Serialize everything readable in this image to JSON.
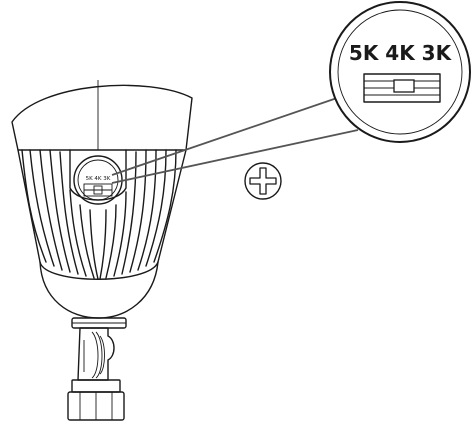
{
  "switch_label": "5K 4K 3K",
  "switch_positions": [
    "5K",
    "4K",
    "3K"
  ],
  "icons": {
    "screw": "phillips-screw-icon",
    "fixture": "led-flood-light-fixture",
    "callout": "cct-switch-magnifier"
  },
  "colors": {
    "line": "#1a1a1a",
    "leader": "#555555",
    "background": "#ffffff"
  }
}
